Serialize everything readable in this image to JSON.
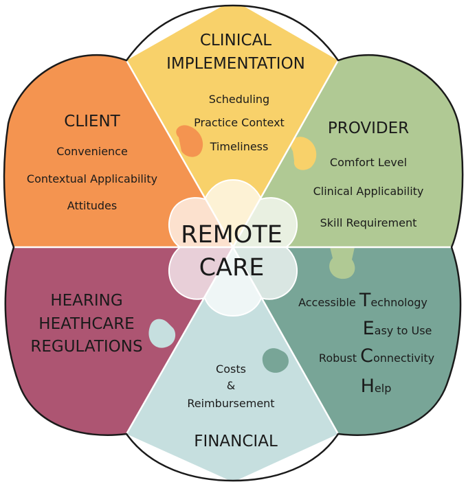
{
  "center": {
    "line1": "REMOTE",
    "line2": "CARE"
  },
  "segments": {
    "clinical": {
      "title_line1": "CLINICAL",
      "title_line2": "IMPLEMENTATION",
      "items": [
        "Scheduling",
        "Practice Context",
        "Timeliness"
      ],
      "color": "#f8d16a"
    },
    "client": {
      "title": "CLIENT",
      "items": [
        "Convenience",
        "Contextual Applicability",
        "Attitudes"
      ],
      "color": "#f49450"
    },
    "provider": {
      "title": "PROVIDER",
      "items": [
        "Comfort Level",
        "Clinical Applicability",
        "Skill Requirement"
      ],
      "color": "#b0c994"
    },
    "regulations": {
      "title_line1": "HEARING",
      "title_line2": "HEATHCARE",
      "title_line3": "REGULATIONS",
      "color": "#ad5572"
    },
    "financial": {
      "title": "FINANCIAL",
      "items": [
        "Costs",
        "&",
        "Reimbursement"
      ],
      "color": "#c6dfdf"
    },
    "technology": {
      "items": [
        {
          "pre": "Accessible ",
          "letter": "T",
          "rest": "echnology"
        },
        {
          "pre": "",
          "letter": "E",
          "rest": "asy to Use"
        },
        {
          "pre": "Robust ",
          "letter": "C",
          "rest": "onnectivity"
        },
        {
          "pre": "",
          "letter": "H",
          "rest": "elp"
        }
      ],
      "color": "#78a597"
    }
  }
}
